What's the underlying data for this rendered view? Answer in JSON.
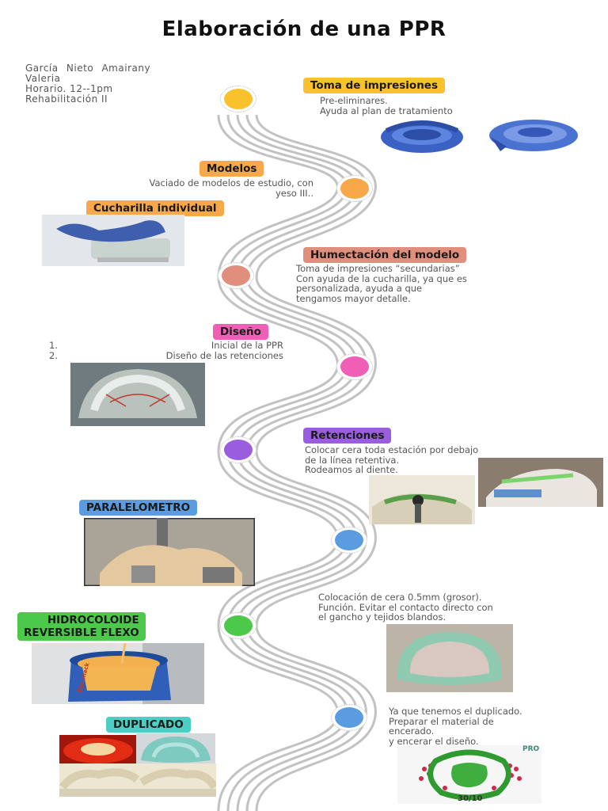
{
  "title": "Elaboración de una PPR",
  "author": {
    "name_line1": "García   Nieto   Amairany",
    "name_line2": "Valeria",
    "schedule": "Horario. 12--1pm",
    "course": "Rehabilitación II"
  },
  "steps": {
    "impresiones": {
      "label": "Toma de impresiones",
      "lines": [
        "Pre-eliminares.",
        "Ayuda al plan de tratamiento"
      ],
      "color": "#f9c12c"
    },
    "modelos": {
      "label": "Modelos",
      "lines": [
        "Vaciado de modelos de estudio, con",
        "yeso III.."
      ],
      "color": "#f7a94a"
    },
    "cucharilla": {
      "label": "Cucharilla individual",
      "color": "#f7a94a"
    },
    "humectacion": {
      "label": "Humectación del modelo",
      "lines": [
        "Toma de impresiones “secundarias”",
        "Con ayuda de la cucharilla, ya que es",
        "personalizada, ayuda  a que",
        "tengamos mayor detalle."
      ],
      "color": "#e08f7c"
    },
    "diseno": {
      "label": "Diseño",
      "items": [
        {
          "num": "1.",
          "text": "Inicial de la PPR"
        },
        {
          "num": "2.",
          "text": "Diseño de las retenciones"
        }
      ],
      "color": "#ef5fb5"
    },
    "retenciones": {
      "label": "Retenciones",
      "lines": [
        "Colocar cera toda estación por debajo",
        "de la línea retentiva.",
        "Rodeamos al diente."
      ],
      "color": "#9b5de0"
    },
    "paralelometro": {
      "label": "PARALELOMETRO",
      "color": "#5b9ce0"
    },
    "cera": {
      "lines": [
        "Colocación de cera 0.5mm (grosor).",
        "Función. Evitar el contacto directo con",
        "el gancho y tejidos blandos."
      ]
    },
    "hidrocoloide": {
      "label_line1": "HIDROCOLOIDE",
      "label_line2": "REVERSIBLE FLEXO",
      "color": "#4cc94a"
    },
    "duplicado": {
      "label": "DUPLICADO",
      "lines": [
        "Ya que tenemos el duplicado.",
        "Preparar el material de",
        "encerado.",
        "y encerar el diseño."
      ],
      "color": "#4ecdc4"
    }
  },
  "dot_colors": [
    "#f9c12c",
    "#f7a94a",
    "#e08f7c",
    "#ef5fb5",
    "#9b5de0",
    "#5b9ce0",
    "#4cc94a",
    "#5b9ce0"
  ],
  "photo_text": {
    "bowl_brand": "Zhermack",
    "mold_label": "PRO",
    "mold_number": "30/10"
  }
}
